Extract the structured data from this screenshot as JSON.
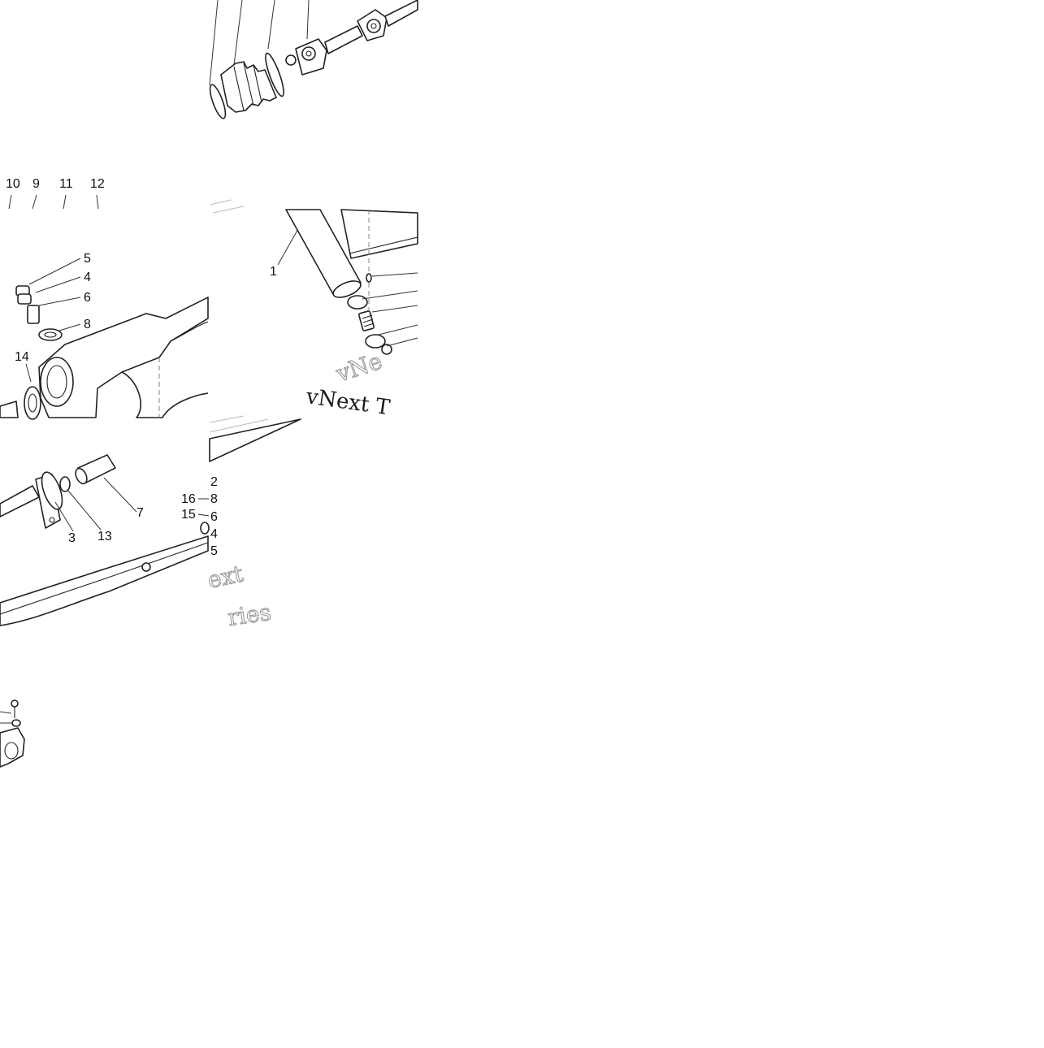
{
  "diagram": {
    "callouts": {
      "top_row": [
        "10",
        "9",
        "11",
        "12"
      ],
      "left_panel": [
        "5",
        "4",
        "6",
        "8",
        "14"
      ],
      "right_panel": [
        "1"
      ],
      "bottom_panel": [
        "3",
        "13",
        "7"
      ],
      "bottom_right": [
        "2",
        "16",
        "8",
        "15",
        "6",
        "4",
        "5"
      ]
    },
    "watermarks": {
      "upper": "vNext T",
      "upper_large": "vNe",
      "lower": "ext",
      "lower2": "ries"
    }
  }
}
